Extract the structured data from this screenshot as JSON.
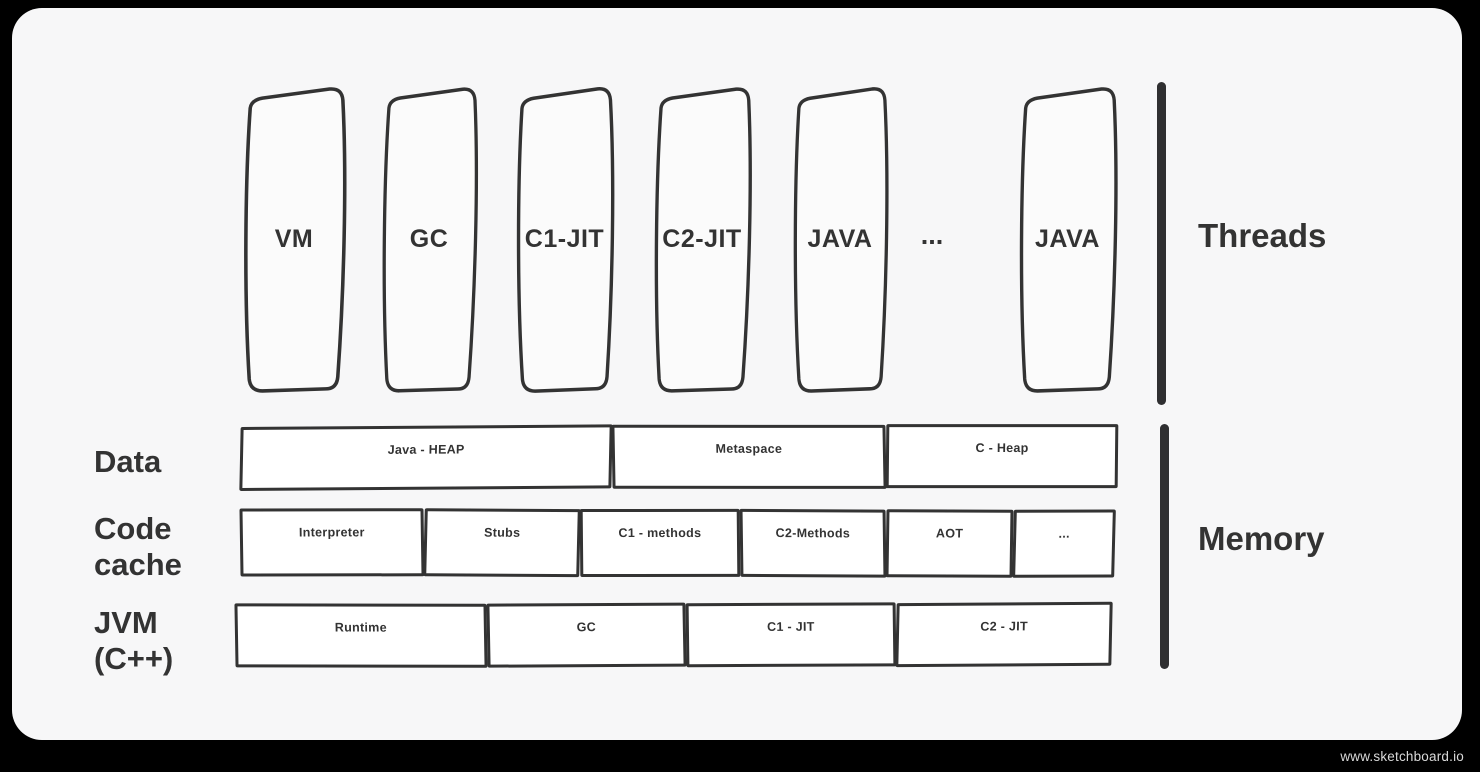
{
  "site": {
    "watermark": "www.sketchboard.io"
  },
  "diagram": {
    "threads": {
      "label": "Threads",
      "items": [
        "VM",
        "GC",
        "C1-JIT",
        "C2-JIT",
        "JAVA",
        "JAVA"
      ],
      "ellipsis": "..."
    },
    "memory": {
      "label": "Memory",
      "rows": [
        {
          "label": "Data",
          "cells": [
            "Java - HEAP",
            "Metaspace",
            "C - Heap"
          ]
        },
        {
          "label": "Code cache",
          "cells": [
            "Interpreter",
            "Stubs",
            "C1 - methods",
            "C2-Methods",
            "AOT",
            "..."
          ]
        },
        {
          "label": "JVM (C++)",
          "cells": [
            "Runtime",
            "GC",
            "C1 - JIT",
            "C2 - JIT"
          ]
        }
      ]
    }
  },
  "colors": {
    "ink": "#333333",
    "canvas": "#f7f7f8",
    "background": "#000000",
    "box_fill": "#ffffff",
    "watermark_text": "#d9d9d9"
  }
}
